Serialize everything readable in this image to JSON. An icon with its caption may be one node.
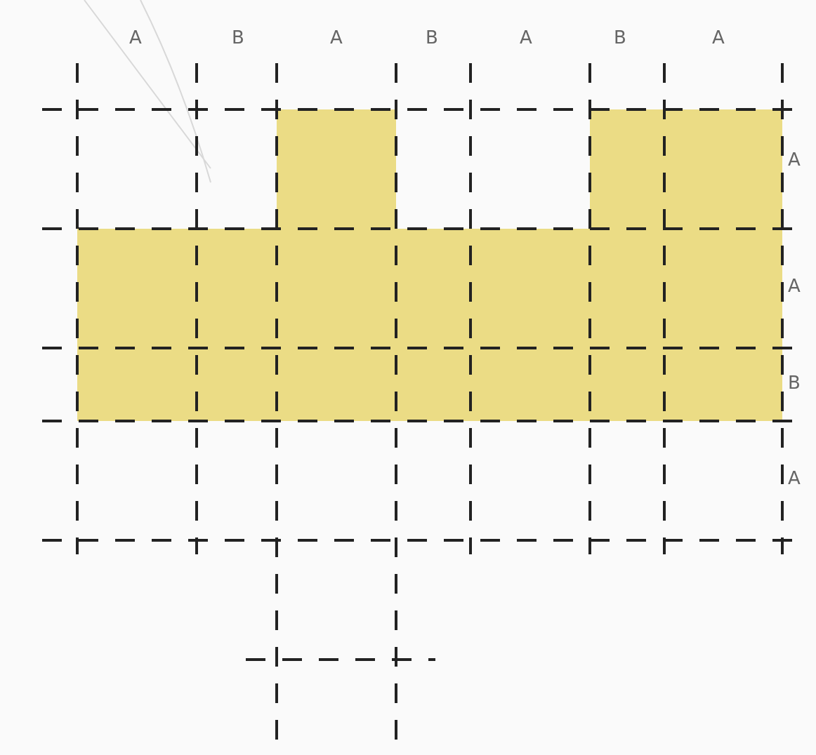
{
  "diagram": {
    "labels": [
      "A",
      "B",
      "A",
      "B",
      "A",
      "B",
      "A",
      "A",
      "A",
      "B",
      "A"
    ]
  }
}
